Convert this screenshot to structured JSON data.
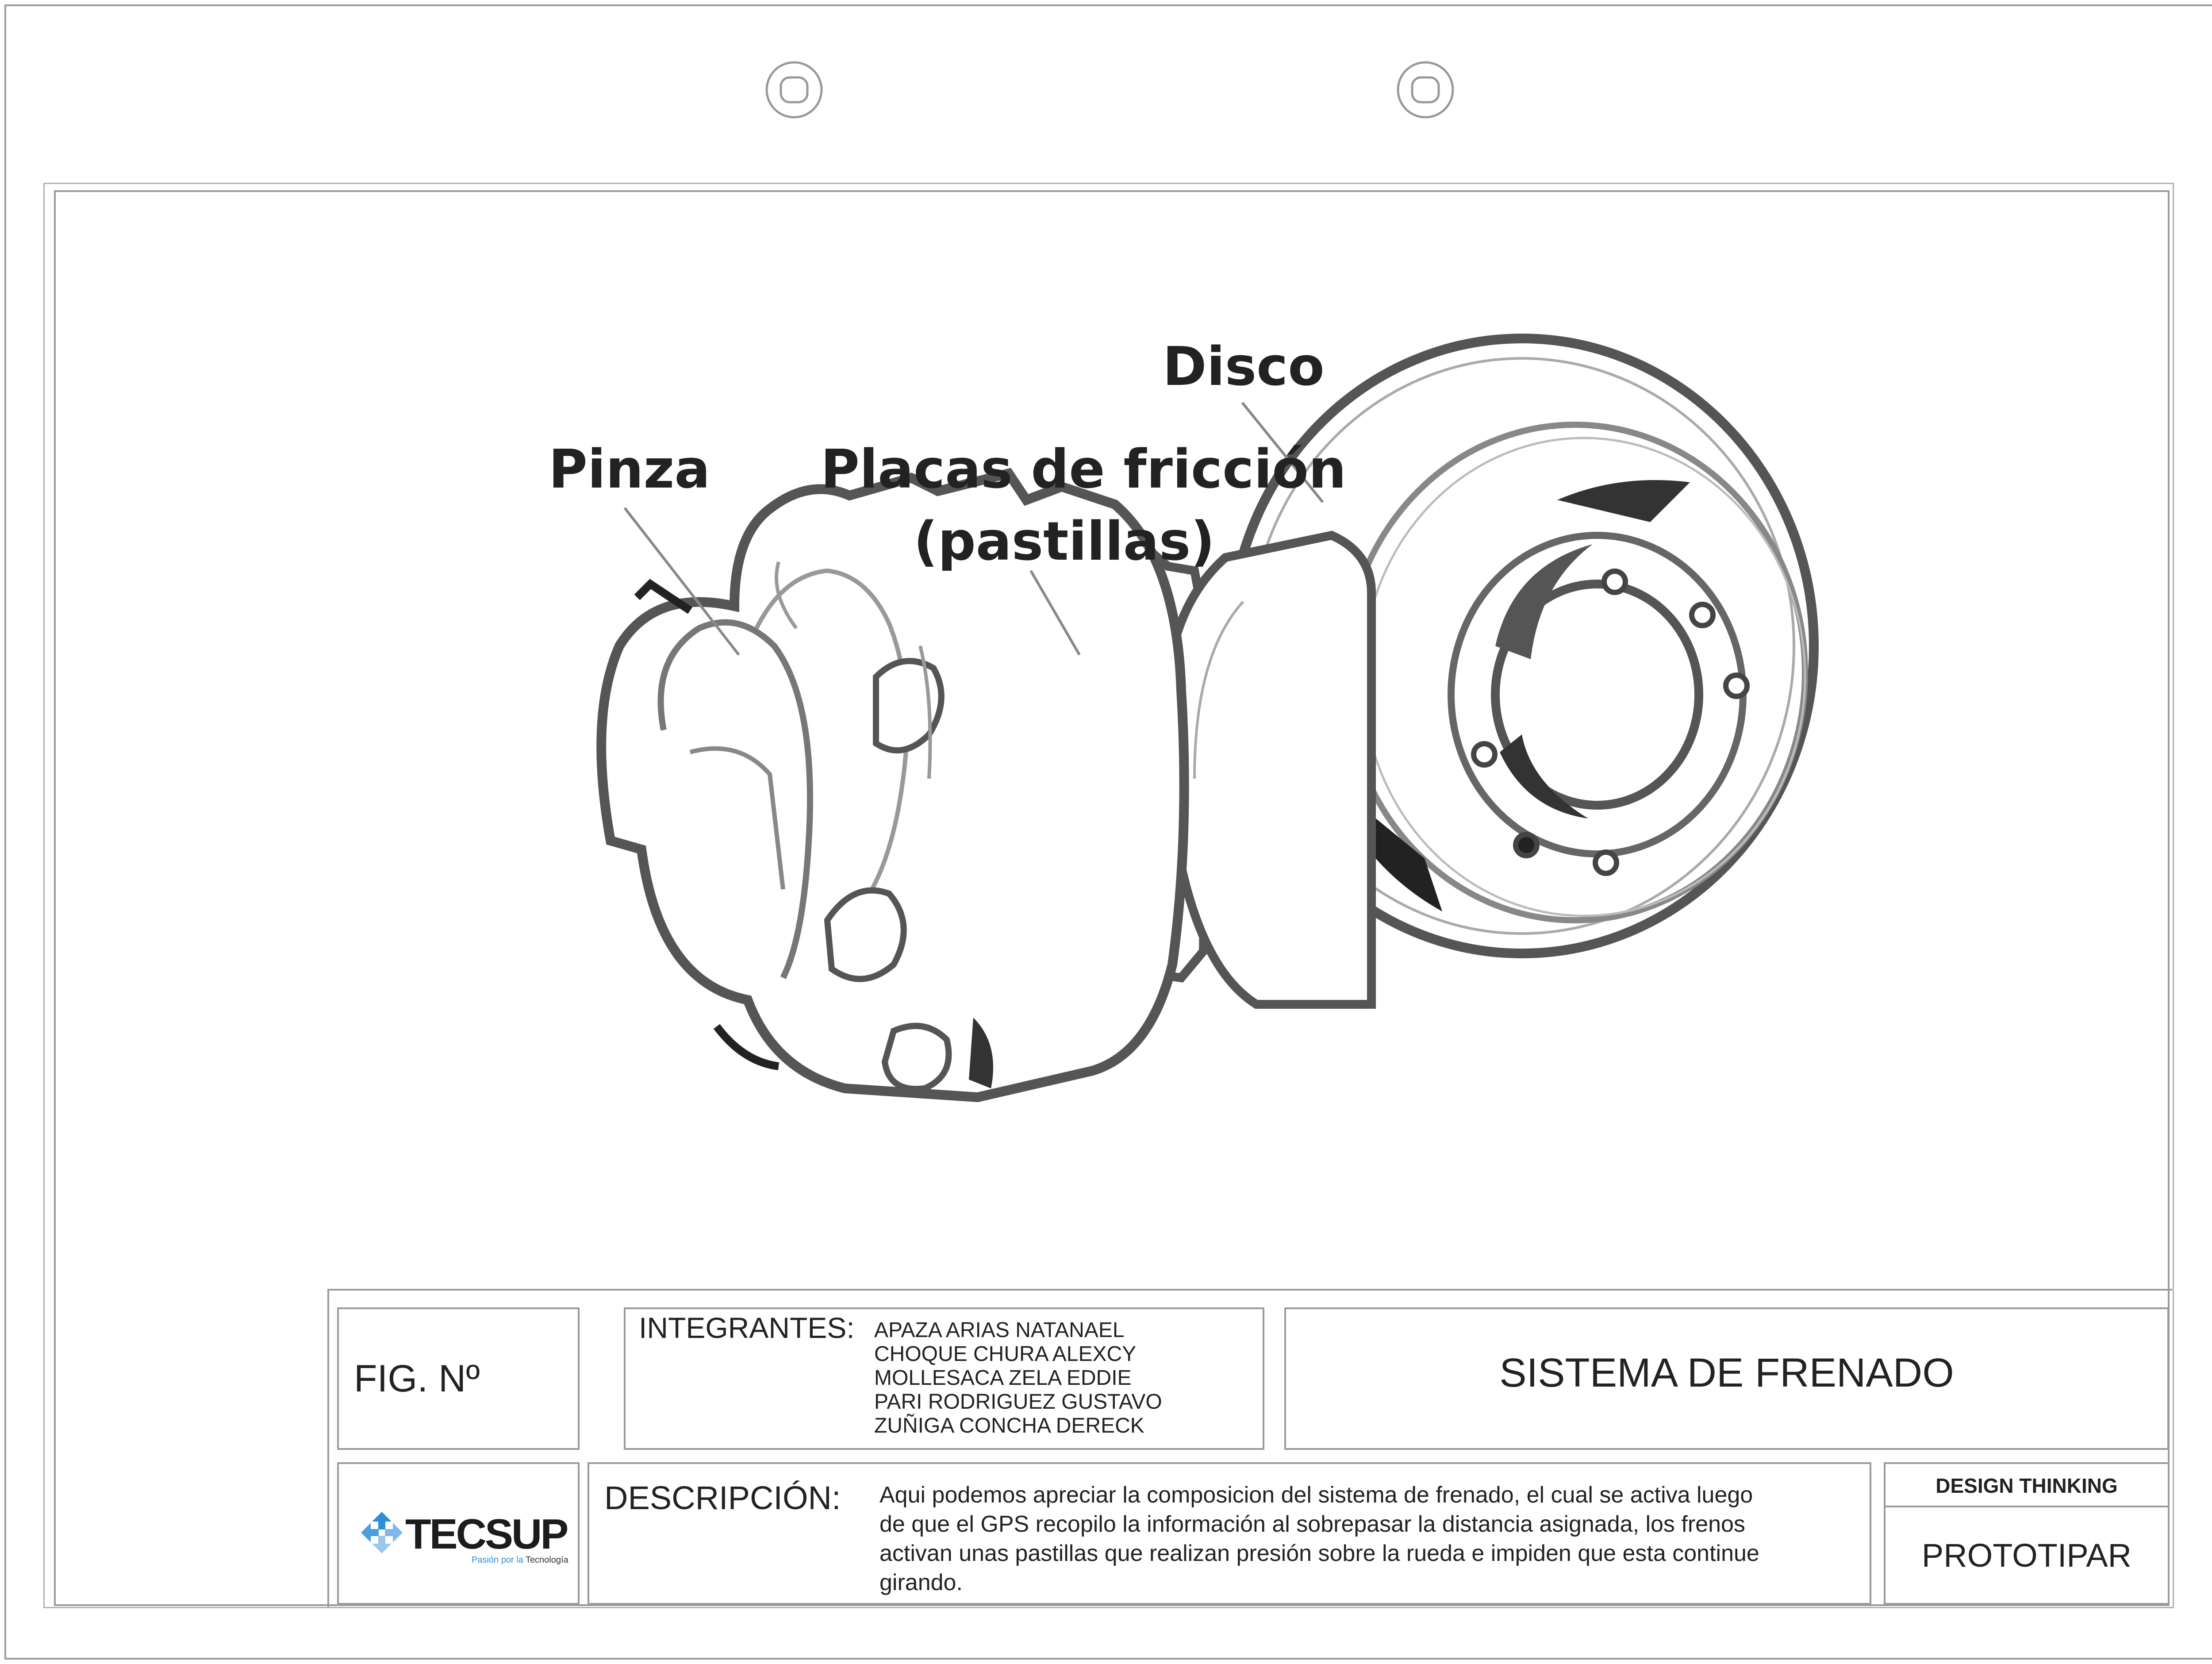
{
  "labels": {
    "disco": "Disco",
    "pinza": "Pinza",
    "placas_line1": "Placas de fricción",
    "placas_line2": "(pastillas)"
  },
  "title_block": {
    "fig_label": "FIG. Nº",
    "integrantes_label": "INTEGRANTES:",
    "integrantes": [
      "APAZA ARIAS NATANAEL",
      "CHOQUE CHURA ALEXCY",
      "MOLLESACA ZELA EDDIE",
      "PARI RODRIGUEZ GUSTAVO",
      "ZUÑIGA CONCHA DERECK"
    ],
    "title": "SISTEMA DE FRENADO",
    "descripcion_label": "DESCRIPCIÓN:",
    "descripcion_lines": [
      "Aqui podemos apreciar la composicion del sistema de frenado, el cual se activa luego",
      "de que el GPS recopilo la información al sobrepasar la distancia asignada, los frenos",
      "activan unas pastillas que realizan presión sobre la rueda e impiden que esta continue",
      "girando."
    ],
    "method": "DESIGN THINKING",
    "phase": "PROTOTIPAR"
  },
  "logo": {
    "name": "TECSUP",
    "tagline_prefix": "Pasión por la ",
    "tagline_accent": "Tecnología",
    "accent_color": "#2a8fd6"
  },
  "icons": [
    "binder-hole-icon",
    "tecsup-logo-icon"
  ]
}
